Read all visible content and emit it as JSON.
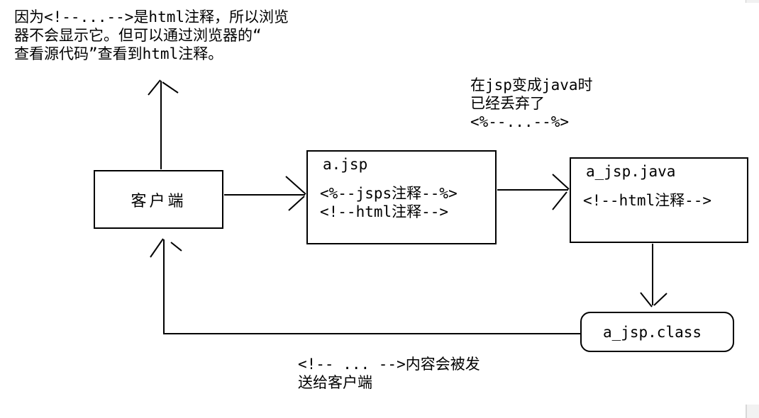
{
  "canvas": {
    "background": "#ffffff",
    "ink": "#000000"
  },
  "notes": {
    "top_left": "因为<!--...-->是html注释，所以浏览\n器不会显示它。但可以通过浏览器的“\n查看源代码”查看到html注释。",
    "jsp_to_java": "在jsp变成java时\n已经丢弃了\n<%--...--%>",
    "bottom": "<!-- ... -->内容会被发\n送给客户端"
  },
  "boxes": {
    "client": {
      "label": "客户端"
    },
    "jsp": {
      "title": "a.jsp",
      "lines": [
        "<%--jsps注释--%>",
        "<!--html注释-->"
      ]
    },
    "java": {
      "title": "a_jsp.java",
      "lines": [
        "<!--html注释-->"
      ]
    },
    "clazz": {
      "label": "a_jsp.class"
    }
  }
}
